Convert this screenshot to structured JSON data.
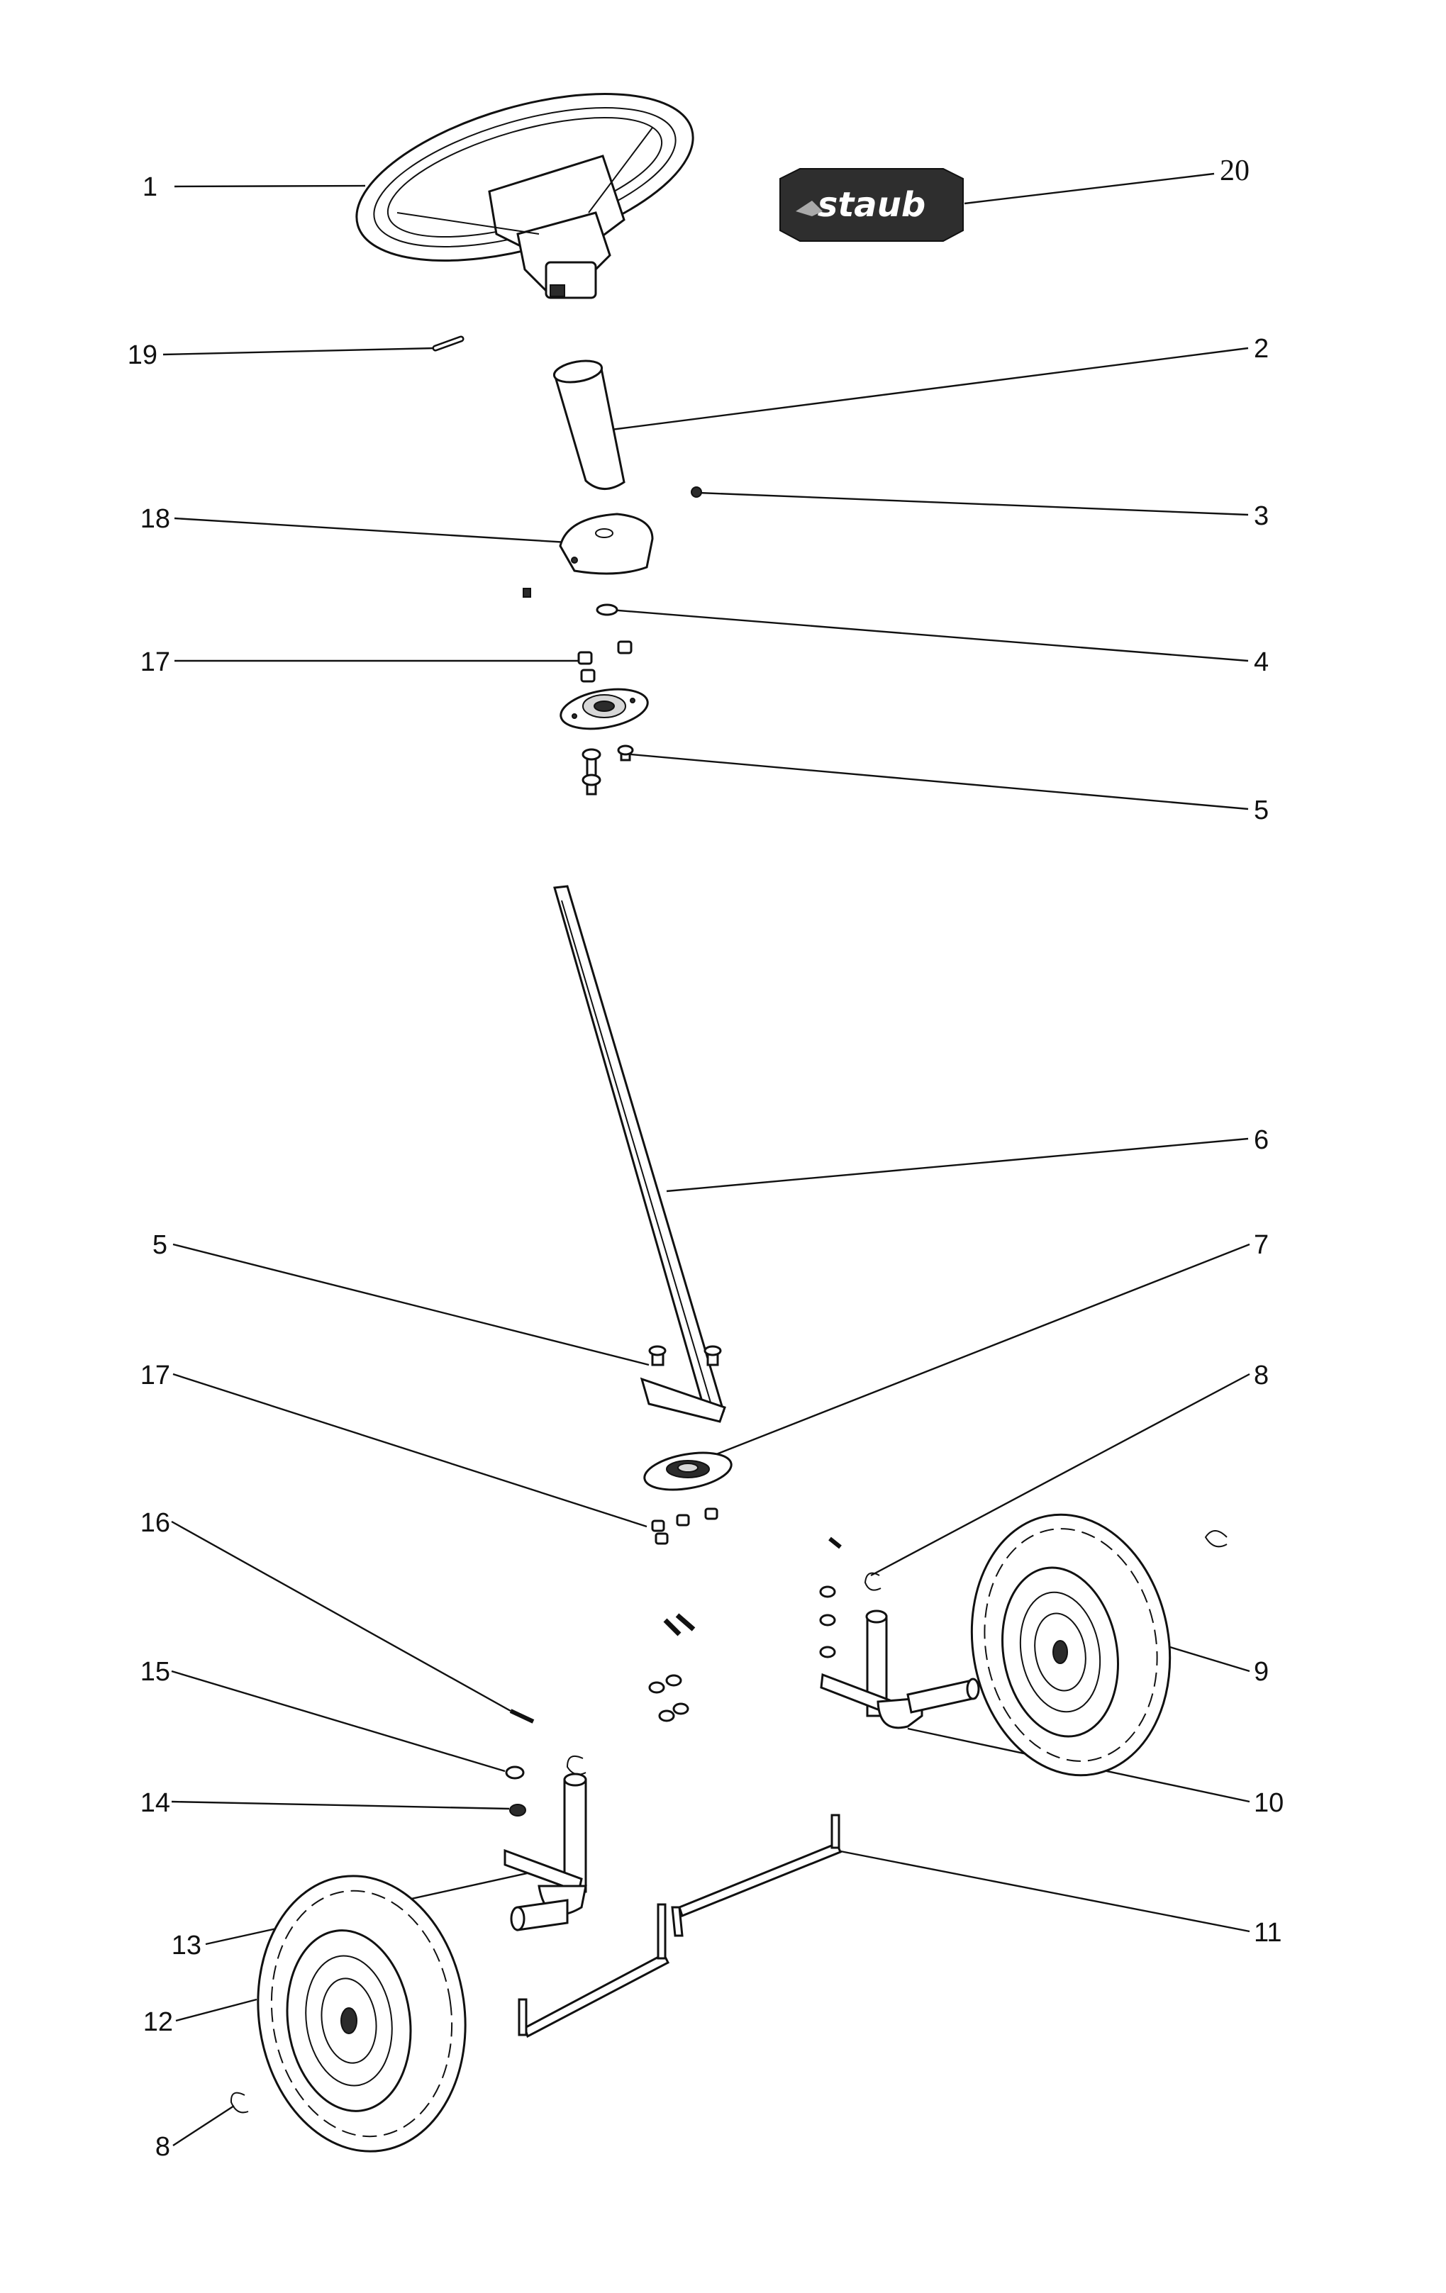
{
  "brand_badge": {
    "text": "staub",
    "bg_color": "#2e2e2e",
    "text_color": "#ffffff"
  },
  "callouts": [
    {
      "id": "c1",
      "label": "1"
    },
    {
      "id": "c20",
      "label": "20"
    },
    {
      "id": "c19",
      "label": "19"
    },
    {
      "id": "c2",
      "label": "2"
    },
    {
      "id": "c3",
      "label": "3"
    },
    {
      "id": "c18",
      "label": "18"
    },
    {
      "id": "c4",
      "label": "4"
    },
    {
      "id": "c17a",
      "label": "17"
    },
    {
      "id": "c5a",
      "label": "5"
    },
    {
      "id": "c6",
      "label": "6"
    },
    {
      "id": "c5b",
      "label": "5"
    },
    {
      "id": "c7",
      "label": "7"
    },
    {
      "id": "c17b",
      "label": "17"
    },
    {
      "id": "c8a",
      "label": "8"
    },
    {
      "id": "c16",
      "label": "16"
    },
    {
      "id": "c9",
      "label": "9"
    },
    {
      "id": "c15",
      "label": "15"
    },
    {
      "id": "c10",
      "label": "10"
    },
    {
      "id": "c14",
      "label": "14"
    },
    {
      "id": "c11",
      "label": "11"
    },
    {
      "id": "c13",
      "label": "13"
    },
    {
      "id": "c12",
      "label": "12"
    },
    {
      "id": "c8b",
      "label": "8"
    }
  ]
}
